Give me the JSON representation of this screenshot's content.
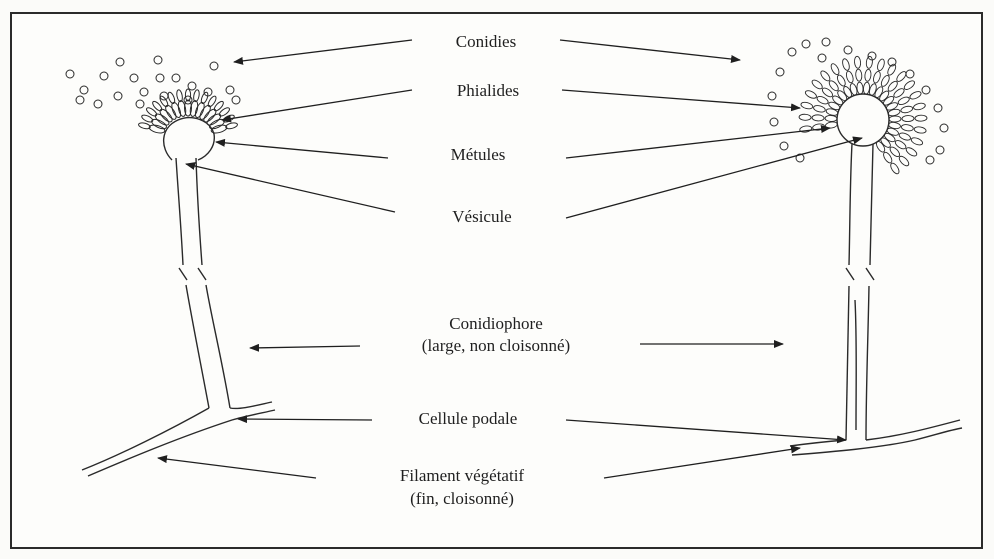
{
  "labels": {
    "conidies": "Conidies",
    "phialides": "Phialides",
    "metules": "Métules",
    "vesicule": "Vésicule",
    "conidiophore_line1": "Conidiophore",
    "conidiophore_line2": "(large, non cloisonné)",
    "cellule_podale": "Cellule podale",
    "filament_line1": "Filament végétatif",
    "filament_line2": "(fin, cloisonné)"
  },
  "colors": {
    "ink": "#1f1f1f",
    "frame": "#2b2b2b",
    "paper": "#fdfdfb"
  }
}
